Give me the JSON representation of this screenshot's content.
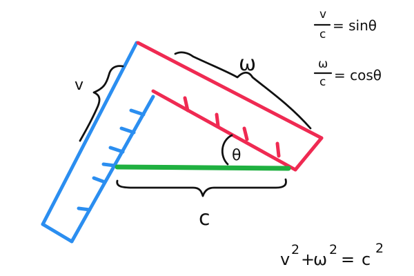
{
  "diagram": {
    "colors": {
      "blue_ruler": "#2b8ef0",
      "red_ruler": "#ef2a52",
      "green_segment": "#1fb040",
      "ink": "#111111"
    },
    "labels": {
      "v": "v",
      "w": "ω",
      "c": "c",
      "theta": "θ"
    },
    "equations": {
      "eq1": {
        "numerator": "v",
        "denominator": "c",
        "rhs": "= sinθ"
      },
      "eq2": {
        "numerator": "ω",
        "denominator": "c",
        "rhs": "= cosθ"
      },
      "pythagorean": {
        "a": "v",
        "a_exp": "2",
        "plus": "+",
        "b": "ω",
        "b_exp": "2",
        "eq": "=",
        "c": "c",
        "c_exp": "2"
      }
    }
  }
}
